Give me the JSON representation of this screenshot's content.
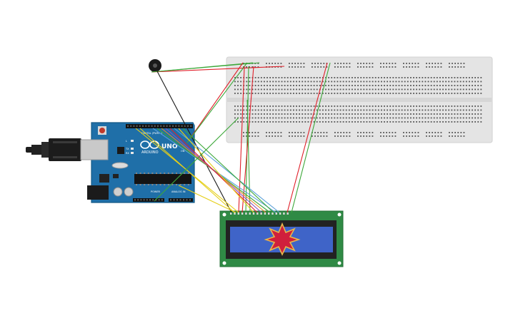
{
  "arduino": {
    "logo_text": "ARDUINO",
    "model_text": "UNO",
    "digital_label": "DIGITAL (PWM~)",
    "power_label": "POWER",
    "analog_label": "ANALOG IN",
    "on_label": "ON",
    "tx_label": "TX",
    "rx_label": "RX",
    "l_label": "L"
  },
  "lcd": {
    "pin_count": 16,
    "display_color": "#3f64c8",
    "error_icon": "starburst-error-icon"
  },
  "breadboard": {
    "color": "#e4e4e4"
  },
  "wire_colors": {
    "red": "#e0202a",
    "green": "#3da83a",
    "black": "#1a1a1a",
    "yellow": "#e5cf18",
    "blue": "#5aa0d8",
    "orange": "#e38b2a",
    "purple": "#8a4ec2"
  },
  "components": [
    "arduino-uno",
    "lcd-16x2",
    "breadboard",
    "buzzer"
  ]
}
